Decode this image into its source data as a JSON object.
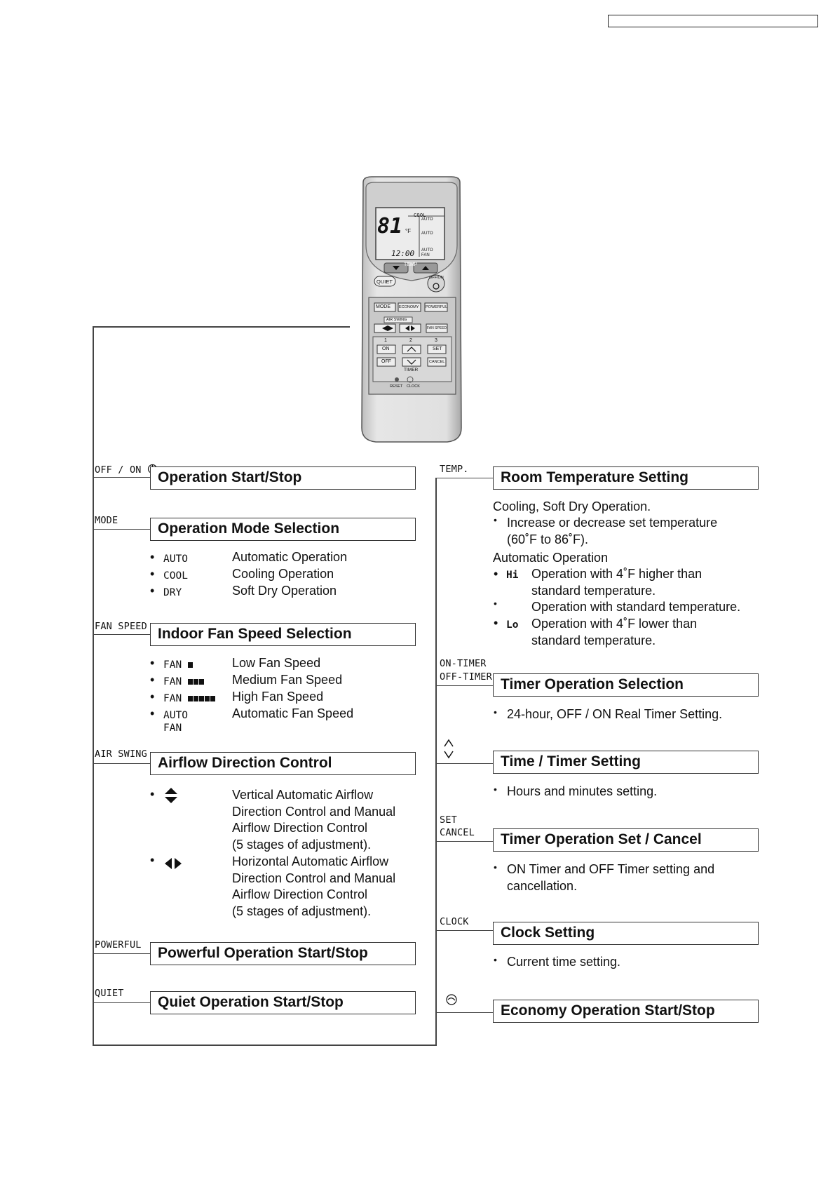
{
  "labels": {
    "off_on": "OFF / ON",
    "mode": "MODE",
    "fan_speed": "FAN SPEED",
    "air_swing": "AIR SWING",
    "powerful": "POWERFUL",
    "quiet": "QUIET",
    "temp": "TEMP.",
    "on_timer": "ON-TIMER",
    "off_timer": "OFF-TIMER",
    "set": "SET",
    "cancel": "CANCEL",
    "clock": "CLOCK"
  },
  "headings": {
    "op_start_stop": "Operation Start/Stop",
    "mode_select": "Operation Mode Selection",
    "fan_select": "Indoor Fan Speed Selection",
    "airflow": "Airflow Direction Control",
    "powerful_op": "Powerful Operation Start/Stop",
    "quiet_op": "Quiet Operation Start/Stop",
    "room_temp": "Room Temperature Setting",
    "timer_select": "Timer Operation Selection",
    "time_timer": "Time / Timer Setting",
    "timer_set_cancel": "Timer Operation Set / Cancel",
    "clock_setting": "Clock Setting",
    "economy_op": "Economy Operation Start/Stop"
  },
  "modes": [
    {
      "code": "AUTO",
      "desc": "Automatic Operation"
    },
    {
      "code": "COOL",
      "desc": "Cooling Operation"
    },
    {
      "code": "DRY",
      "desc": "Soft Dry Operation"
    }
  ],
  "fan": {
    "label": "FAN",
    "auto_line1": "AUTO",
    "auto_line2": "FAN",
    "low": "Low Fan Speed",
    "medium": "Medium Fan Speed",
    "high": "High Fan Speed",
    "auto": "Automatic Fan Speed"
  },
  "airflow": {
    "vertical": [
      "Vertical Automatic Airflow",
      "Direction Control and Manual",
      "Airflow Direction Control",
      "(5 stages of adjustment)."
    ],
    "horizontal": [
      "Horizontal Automatic Airflow",
      "Direction Control and Manual",
      "Airflow Direction Control",
      "(5 stages of adjustment)."
    ]
  },
  "temp": {
    "cool_dry": "Cooling, Soft Dry Operation.",
    "increase": "Increase or decrease set temperature",
    "range": "(60˚F to 86˚F).",
    "auto": "Automatic Operation",
    "hi_code": "Hi",
    "lo_code": "Lo",
    "higher_1": "Operation with 4˚F higher than",
    "higher_2": "standard temperature.",
    "standard": "Operation with standard temperature.",
    "lower_1": "Operation with 4˚F lower than",
    "lower_2": "standard temperature."
  },
  "timer": {
    "real_timer": "24-hour, OFF / ON Real Timer Setting.",
    "hours_minutes": "Hours and minutes setting.",
    "set_cancel_1": "ON Timer and OFF Timer setting and",
    "set_cancel_2": "cancellation.",
    "current_time": "Current time setting."
  },
  "remote": {
    "lcd_mode": "COOL",
    "lcd_temp": "81",
    "lcd_unit": "°F",
    "lcd_clock": "12:00",
    "lcd_auto1": "AUTO",
    "lcd_auto2": "AUTO",
    "lcd_auto3": "AUTO",
    "lcd_fan": "FAN",
    "temp_label": "TEMP",
    "quiet": "QUIET",
    "offon": "OFF/ON",
    "mode": "MODE",
    "economy": "ECONOMY",
    "powerful": "POWERFUL",
    "air_swing": "AIR SWING",
    "fan_speed": "FAN SPEED",
    "t1": "1",
    "t2": "2",
    "t3": "3",
    "on": "ON",
    "off": "OFF",
    "set": "SET",
    "cancel": "CANCEL",
    "timer": "TIMER",
    "reset": "RESET",
    "clock": "CLOCK"
  },
  "colors": {
    "remote_body": "#d9d9d9",
    "remote_panel": "#c4c4c4",
    "lcd": "#e8e8e8"
  }
}
